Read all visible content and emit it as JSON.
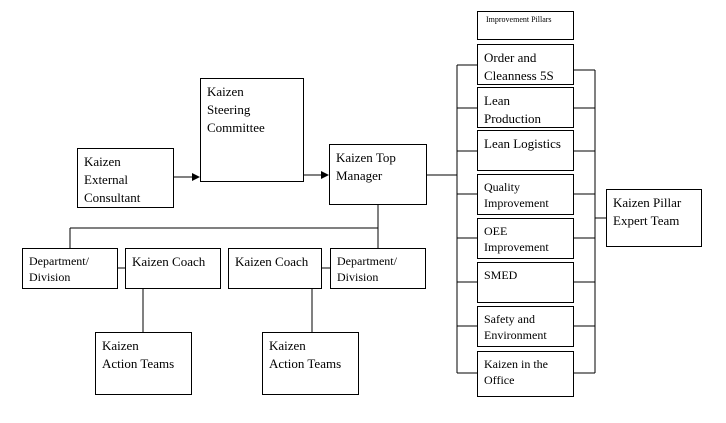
{
  "nodes": {
    "external_consultant": "Kaizen\nExternal\nConsultant",
    "steering_committee": "Kaizen\nSteering\nCommittee",
    "top_manager": "Kaizen Top\nManager",
    "dept_left": "Department/\nDivision",
    "coach_left": "Kaizen Coach",
    "coach_right": "Kaizen Coach",
    "dept_right": "Department/\nDivision",
    "action_teams_left": "Kaizen\nAction Teams",
    "action_teams_right": "Kaizen\nAction Teams",
    "pillar_expert_team": "Kaizen Pillar\nExpert Team"
  },
  "pillars": {
    "header": "Improvement Pillars",
    "items": [
      "Order and\nCleanness 5S",
      "Lean\nProduction",
      "Lean Logistics",
      "Quality\nImprovement",
      "OEE\nImprovement",
      "SMED",
      "Safety and\nEnvironment",
      "Kaizen in the\nOffice"
    ]
  }
}
